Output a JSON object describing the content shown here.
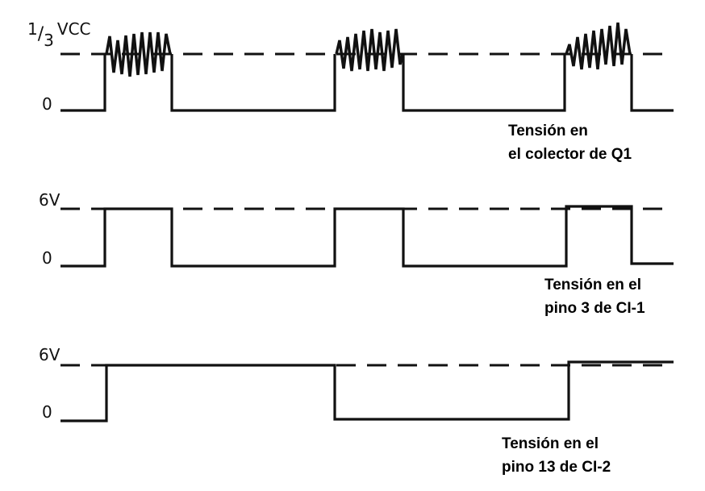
{
  "panels": [
    {
      "high_label_num": "1",
      "high_label_den": "3",
      "high_label_unit": "VCC",
      "low_label": "0",
      "caption": [
        "Tensión en",
        "el colector de Q1"
      ]
    },
    {
      "high_label": "6V",
      "low_label": "0",
      "caption": [
        "Tensión en el",
        "pino 3 de CI-1"
      ]
    },
    {
      "high_label": "6V",
      "low_label": "0",
      "caption": [
        "Tensión en el",
        "pino 13 de CI-2"
      ]
    }
  ]
}
